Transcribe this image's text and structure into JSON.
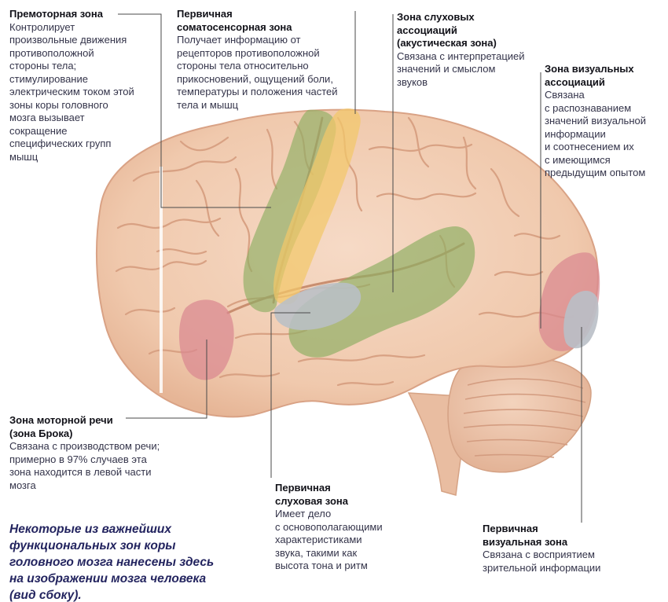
{
  "labels": {
    "premotor": {
      "title": "Премоторная зона",
      "text": "Контролирует\nпроизвольные движения\nпротивоположной\nстороны тела;\nстимулирование\nэлектрическим током этой\nзоны коры головного\nмозга вызывает\nсокращение\nспецифических групп\nмышц"
    },
    "somatosensory": {
      "title": "Первичная\nсоматосенсорная зона",
      "text": "Получает информацию от\nрецепторов противоположной\nстороны тела относительно\nприкосновений, ощущений боли,\nтемпературы и положения частей\nтела и мышц"
    },
    "auditory_assoc": {
      "title": "Зона слуховых\nассоциаций\n(акустическая зона)",
      "text": "Связана с интерпретацией\nзначений и смыслом\nзвуков"
    },
    "visual_assoc": {
      "title": "Зона визуальных\nассоциаций",
      "text": "Связана\nс распознаванием\nзначений визуальной\nинформации\nи соотнесением их\nс имеющимся\nпредыдущим опытом"
    },
    "broca": {
      "title": "Зона моторной речи\n(зона Брока)",
      "text": "Связана с производством речи;\nпримерно в 97% случаев эта\nзона находится в левой части\nмозга"
    },
    "primary_auditory": {
      "title": "Первичная\nслуховая зона",
      "text": "Имеет дело\nс основополагающими\nхарактеристиками\nзвука, такими как\nвысота тона и ритм"
    },
    "primary_visual": {
      "title": "Первичная\nвизуальная зона",
      "text": "Связана с восприятием\nзрительной информации"
    }
  },
  "caption": "Некоторые из важнейших\nфункциональных зон коры\nголовного мозга нанесены здесь\nна изображении мозга человека\n(вид сбоку).",
  "colors": {
    "brain_fill": "#f2cdb3",
    "brain_fold": "#d9a285",
    "cerebellum_fill": "#eec5ab",
    "zone_green": "#8dae63",
    "zone_yellow": "#f2c86a",
    "zone_pink": "#d98890",
    "zone_gray": "#b9bfc6",
    "leader_line": "#4a4a4a",
    "caption_color": "#23245f"
  }
}
